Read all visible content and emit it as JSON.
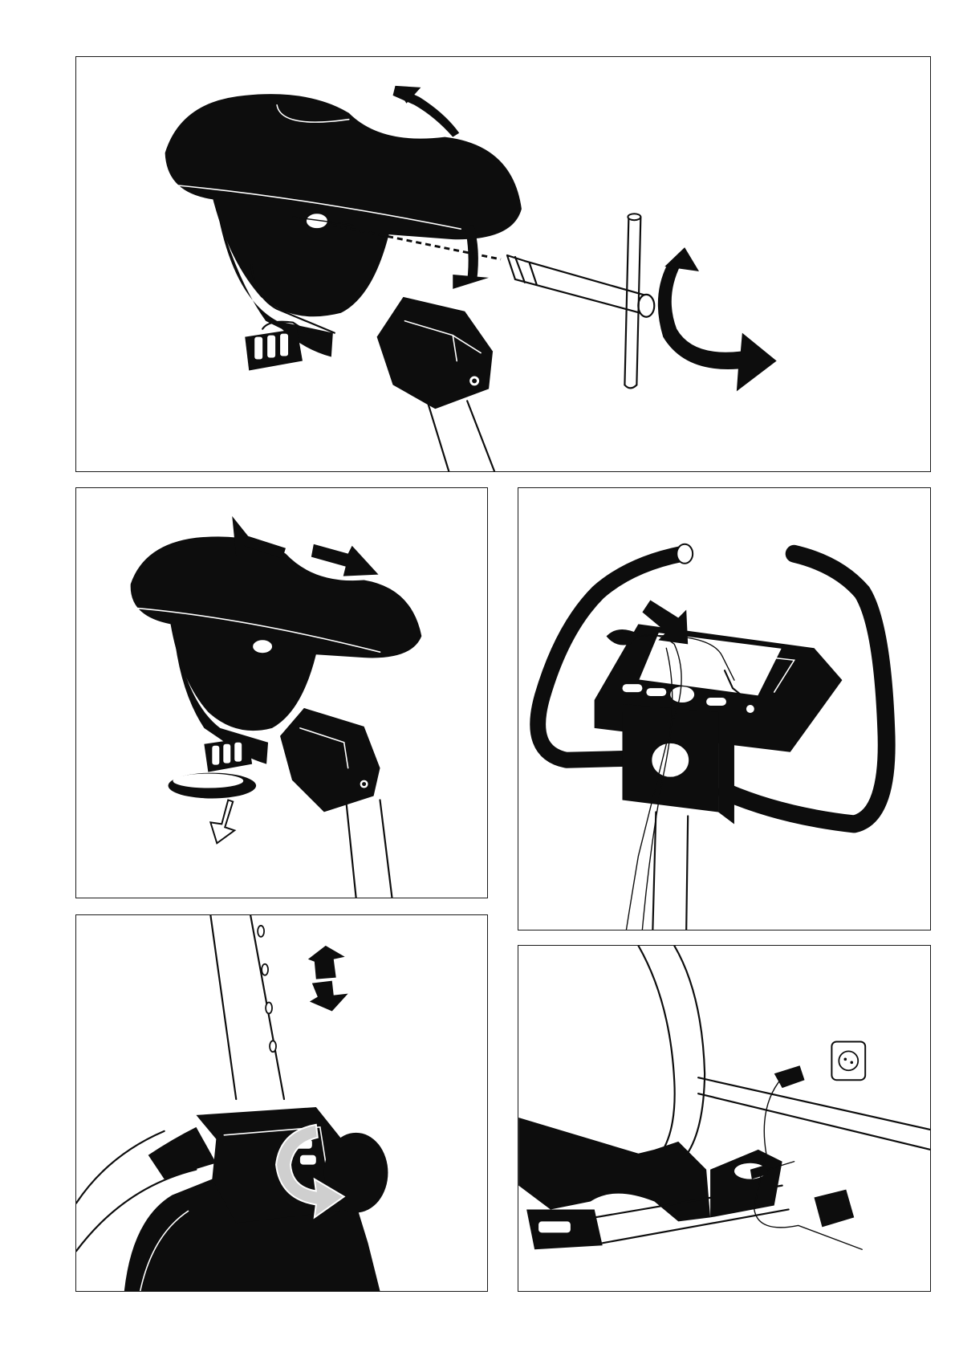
{
  "page": {
    "background": "#ffffff",
    "ink": "#0d0d0d",
    "accent_gray": "#cfcfcf"
  },
  "panels": [
    {
      "name": "saddle-tilt-adjustment",
      "icons": [
        "saddle-icon",
        "tilt-arrows-icon",
        "t-wrench-icon",
        "rotate-arrow-icon"
      ]
    },
    {
      "name": "saddle-horizontal-adjustment",
      "icons": [
        "saddle-icon",
        "horizontal-double-arrow-icon",
        "release-knob-arrow-icon"
      ]
    },
    {
      "name": "console-cable-connection",
      "icons": [
        "handlebar-icon",
        "console-icon",
        "cable-plug-icon",
        "insert-arrow-icon"
      ]
    },
    {
      "name": "seat-post-height-adjustment",
      "icons": [
        "seat-post-icon",
        "vertical-double-arrow-icon",
        "turn-knob-arrow-icon"
      ]
    },
    {
      "name": "power-adapter-connection",
      "icons": [
        "frame-icon",
        "power-adapter-icon",
        "wall-socket-icon"
      ]
    }
  ]
}
